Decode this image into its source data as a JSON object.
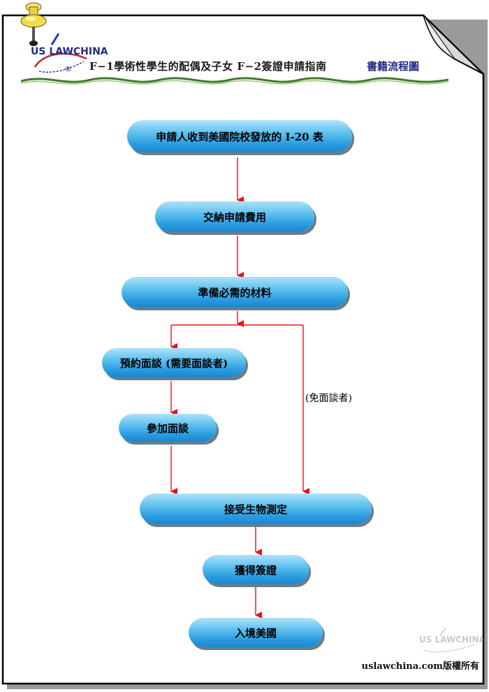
{
  "header": {
    "logo_text": "US LAWCHINA",
    "logo_mark": "®",
    "title": "F−1學術性學生的配偶及子女 F−2簽證申請指南",
    "subtitle": "書籍流程圖"
  },
  "flow": {
    "step1": "申請人收到美國院校發放的 I-20 表",
    "step2": "交納申請費用",
    "step3": "準備必需的材料",
    "step4": "預約面談 (需要面談者)",
    "step5": "參加面談",
    "step6": "接受生物測定",
    "step7": "獲得簽證",
    "step8": "入境美國",
    "skip_label": "(免面談者)"
  },
  "footer": {
    "copyright": "uslawchina.com版權所有",
    "watermark_text": "US LAWCHINA"
  },
  "colors": {
    "arrow": "#e8121c",
    "pill_light": "#aee2fb",
    "pill_dark": "#1a86d0",
    "subtitle": "#1f2a8a"
  }
}
